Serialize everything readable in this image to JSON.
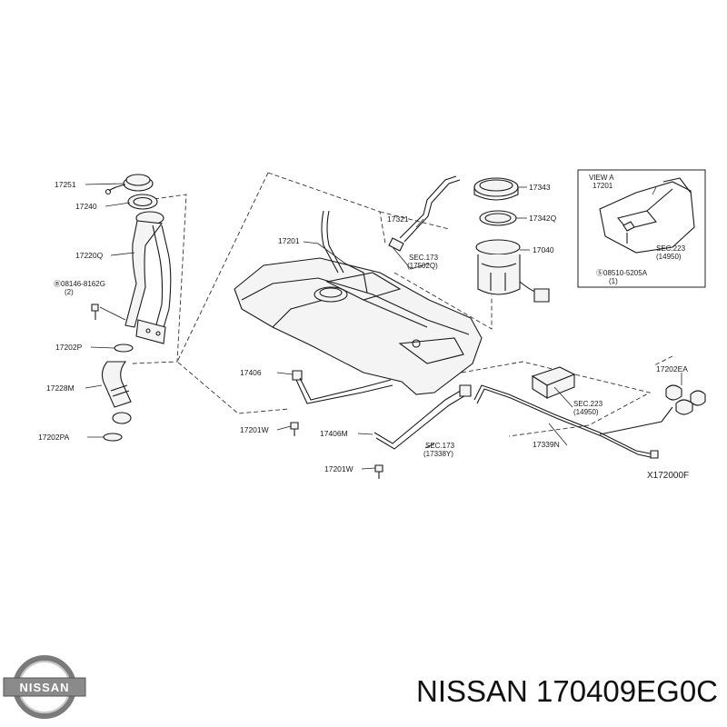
{
  "brand": {
    "logo_text": "NISSAN"
  },
  "caption": "NISSAN 170409EG0C",
  "diagram_code": "X172000F",
  "view": {
    "title": "VIEW A",
    "part": "17201",
    "sec": "SEC.223",
    "sec_ref": "(14950)",
    "bolt": "Ⓢ08510-5205A",
    "bolt_qty": "(1)"
  },
  "labels": {
    "l17251": "17251",
    "l17240": "17240",
    "l17220Q": "17220Q",
    "l08146": "Ⓑ08146-8162G",
    "l08146_qty": "(2)",
    "l17202P": "17202P",
    "l17228M": "17228M",
    "l17202PA": "17202PA",
    "l17201_tank": "17201",
    "l17321": "17321",
    "l_sec173_a": "SEC.173",
    "l_sec173_a_ref": "(17502Q)",
    "l17343": "17343",
    "l17342Q": "17342Q",
    "l17040": "17040",
    "l17406": "17406",
    "l17201W_a": "17201W",
    "l17406M": "17406M",
    "l17201W_b": "17201W",
    "l_sec173_b": "SEC.173",
    "l_sec173_b_ref": "(17338Y)",
    "l_sec223": "SEC.223",
    "l_sec223_ref": "(14950)",
    "l17339N": "17339N",
    "l17202EA": "17202EA"
  }
}
